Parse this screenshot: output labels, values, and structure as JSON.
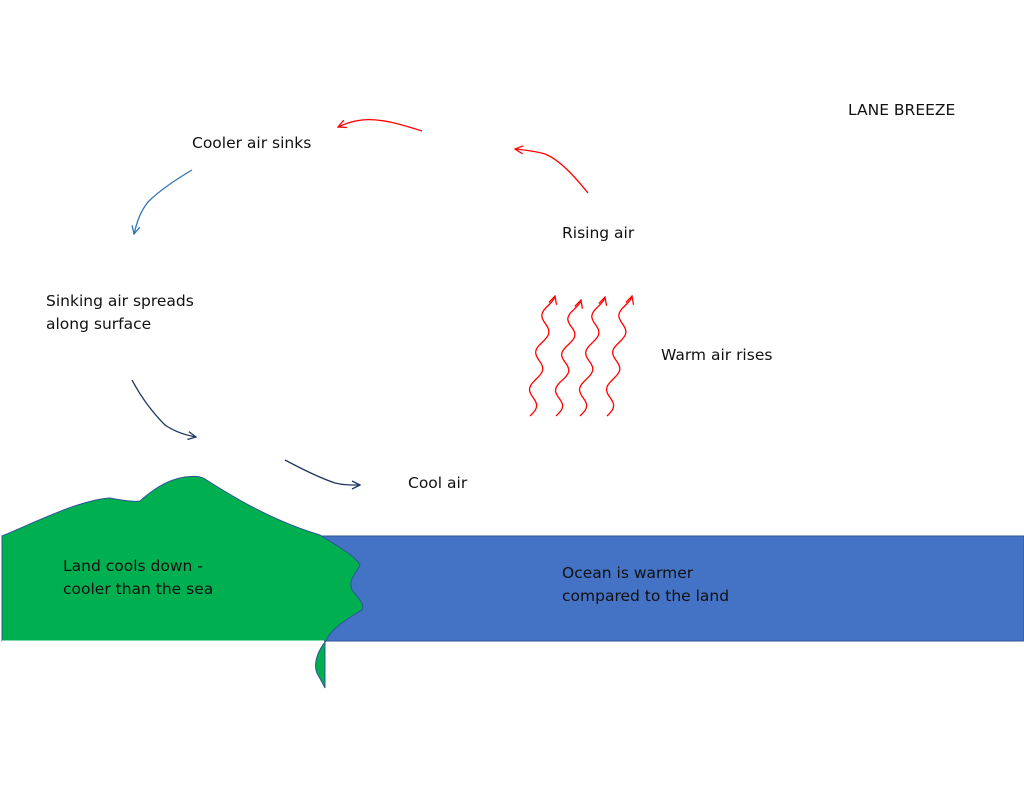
{
  "title": "LANE BREEZE",
  "labels": {
    "cooler_air_sinks": "Cooler air sinks",
    "rising_air": "Rising air",
    "sinking_air_line1": "Sinking air spreads",
    "sinking_air_line2": "along surface",
    "warm_air_rises": "Warm air rises",
    "cool_air": "Cool air",
    "land_line1": "Land cools down -",
    "land_line2": "cooler than the sea",
    "ocean_line1": "Ocean is warmer",
    "ocean_line2": "compared to the land"
  },
  "colors": {
    "land": "#00b050",
    "ocean": "#4472c4",
    "outline": "#2f5597",
    "warm_arrow": "#ff0000",
    "cool_arrow_light": "#2e75b6",
    "cool_arrow_dark": "#1f3864"
  }
}
